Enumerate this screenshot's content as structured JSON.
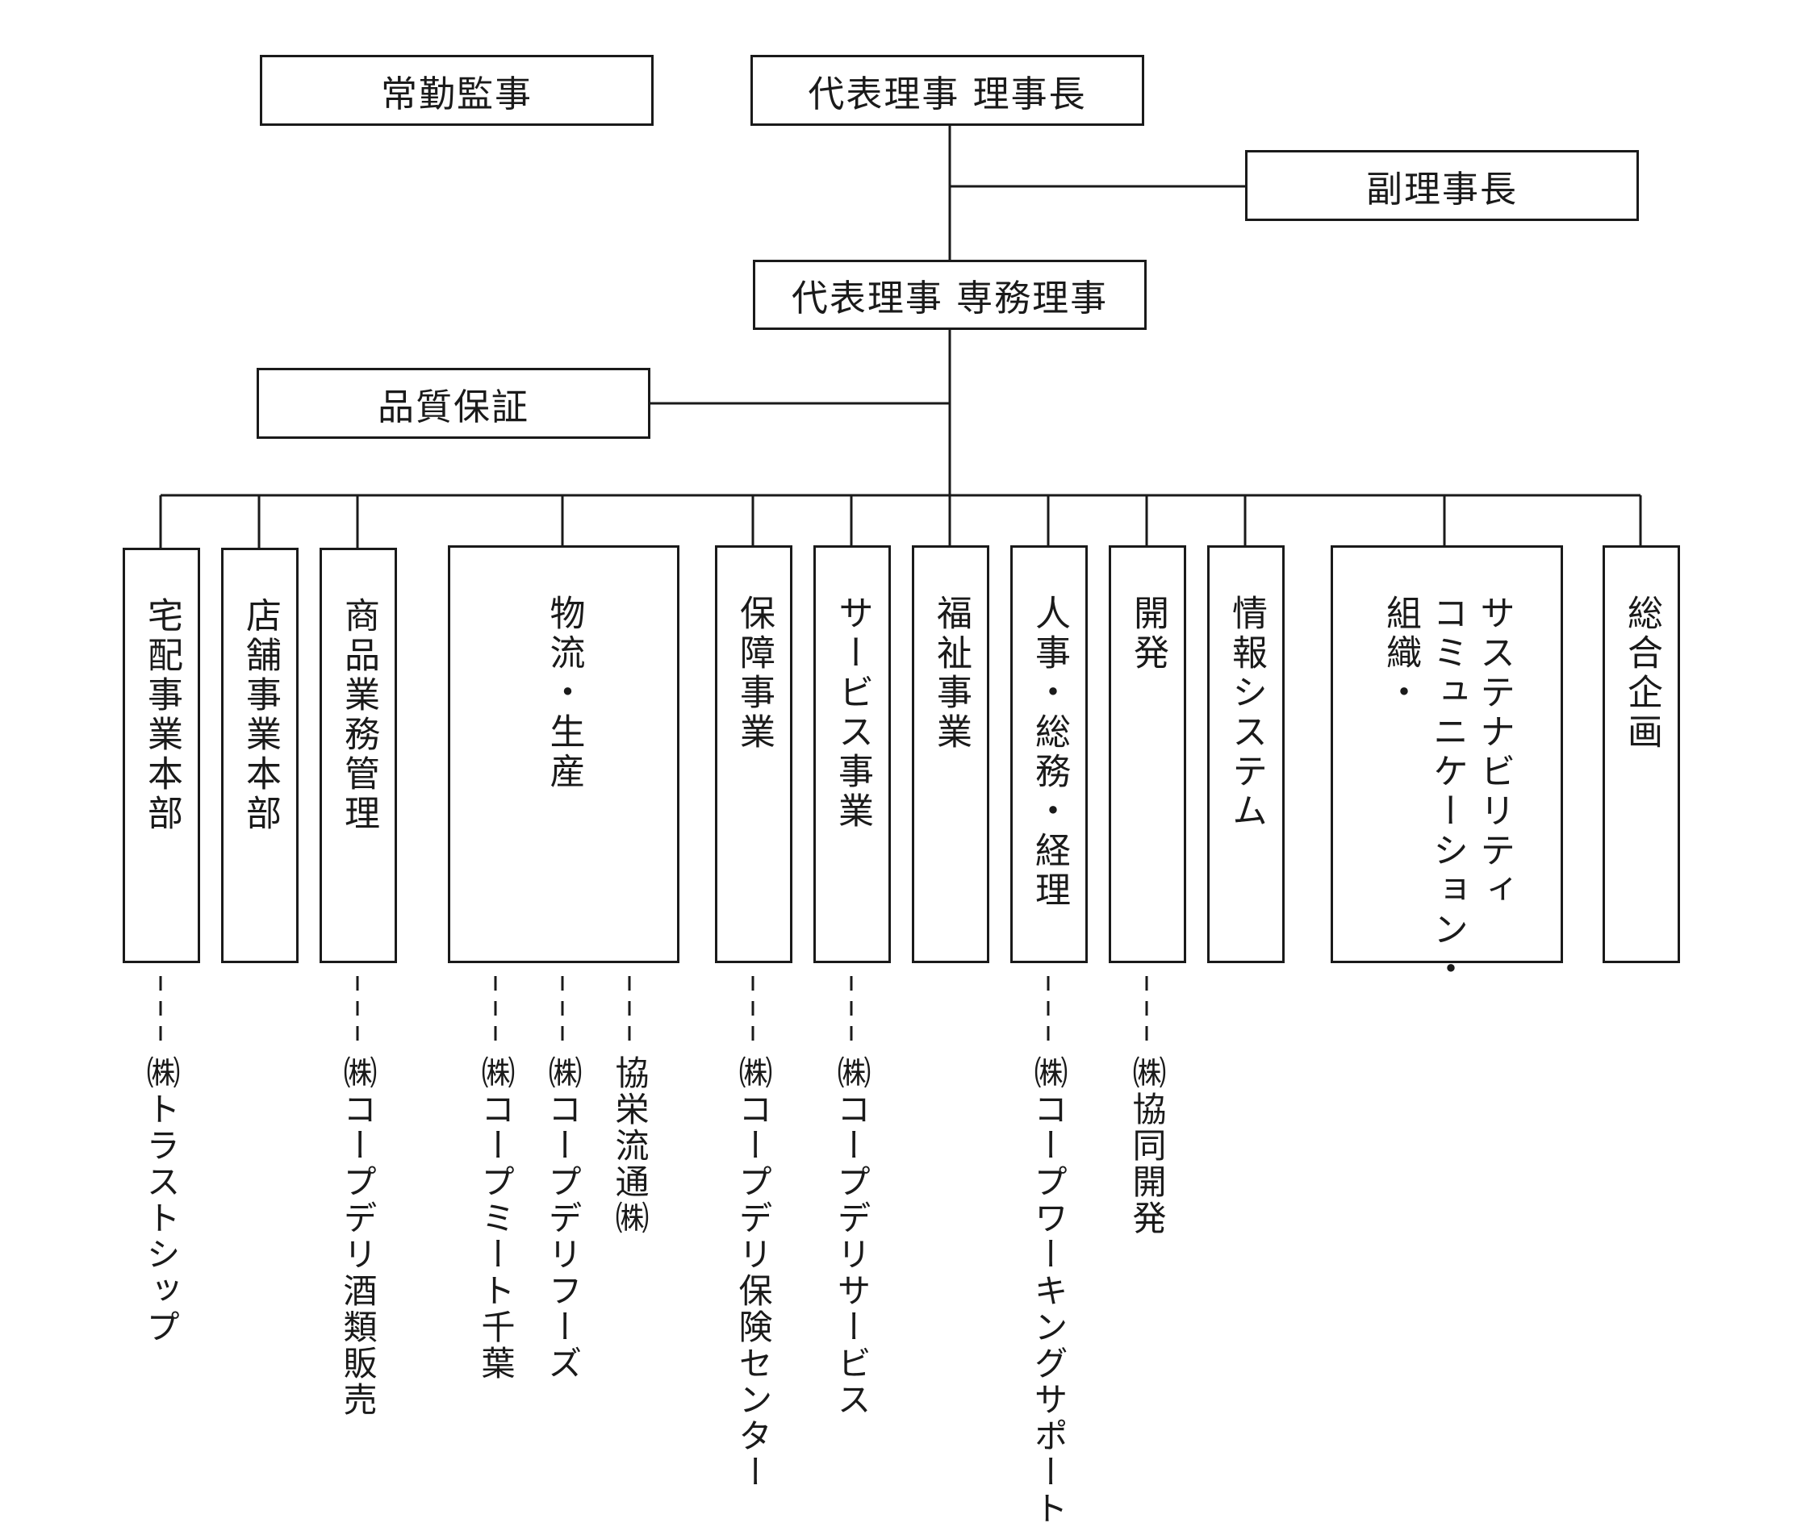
{
  "top": {
    "auditor": "常勤監事",
    "chairman": "代表理事 理事長",
    "vice_chairman": "副理事長",
    "managing_director": "代表理事 専務理事",
    "quality_assurance": "品質保証"
  },
  "departments": [
    {
      "id": "takuhai",
      "lines": [
        "宅配事業本部"
      ]
    },
    {
      "id": "tenpo",
      "lines": [
        "店舗事業本部"
      ]
    },
    {
      "id": "shohin",
      "lines": [
        "商品業務管理"
      ]
    },
    {
      "id": "butsuryu",
      "lines": [
        "物流・生産"
      ]
    },
    {
      "id": "hosho",
      "lines": [
        "保障事業"
      ]
    },
    {
      "id": "service",
      "lines": [
        "サービス事業"
      ]
    },
    {
      "id": "fukushi",
      "lines": [
        "福祉事業"
      ]
    },
    {
      "id": "jinji",
      "lines": [
        "人事・総務・経理"
      ]
    },
    {
      "id": "kaihatsu",
      "lines": [
        "開発"
      ]
    },
    {
      "id": "joho",
      "lines": [
        "情報システム"
      ]
    },
    {
      "id": "soshiki",
      "lines": [
        "組織・",
        "コミュニケーション・",
        "サステナビリティ"
      ]
    },
    {
      "id": "sogo",
      "lines": [
        "総合企画"
      ]
    }
  ],
  "subsidiaries": [
    {
      "dept": "takuhai",
      "name": "㈱トラストシップ"
    },
    {
      "dept": "shohin",
      "name": "㈱コープデリ酒類販売"
    },
    {
      "dept": "butsuryu",
      "name": "㈱コープミート千葉"
    },
    {
      "dept": "butsuryu",
      "name": "㈱コープデリフーズ"
    },
    {
      "dept": "butsuryu",
      "name": "協栄流通㈱"
    },
    {
      "dept": "hosho",
      "name": "㈱コープデリ保険センター"
    },
    {
      "dept": "service",
      "name": "㈱コープデリサービス"
    },
    {
      "dept": "jinji",
      "name": "㈱コープワーキングサポート"
    },
    {
      "dept": "kaihatsu",
      "name": "㈱協同開発"
    }
  ]
}
